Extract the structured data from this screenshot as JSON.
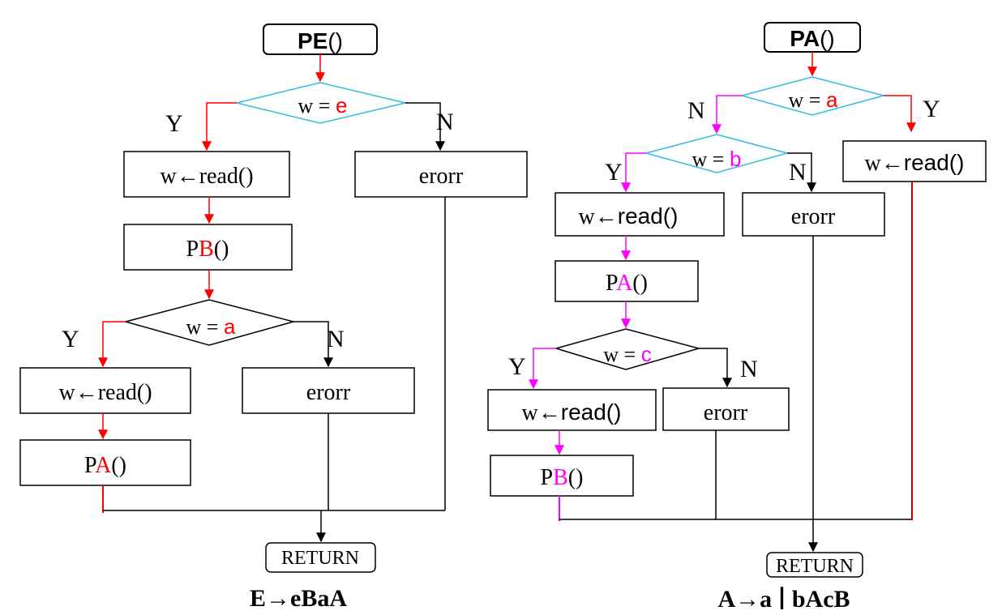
{
  "colors": {
    "line": "#000000",
    "red": "#ff0000",
    "magenta": "#ff00ff",
    "diamond": "#33bbdd"
  },
  "flow_PE": {
    "title": "PE",
    "title_parens": "()",
    "cond1": {
      "prefix": "w = ",
      "symbol": "e"
    },
    "yes1": "Y",
    "no1": "N",
    "read1": "w←read()",
    "call1": {
      "prefix": "P",
      "symbol": "B",
      "suffix": "()"
    },
    "cond2": {
      "prefix": "w = ",
      "symbol": "a"
    },
    "yes2": "Y",
    "no2": "N",
    "read2": "w←read()",
    "call2": {
      "prefix": "P",
      "symbol": "A",
      "suffix": "()"
    },
    "error1": "erorr",
    "error2": "erorr",
    "return": "RETURN",
    "production": "E→eBaA"
  },
  "flow_PA": {
    "title": "PA",
    "title_parens": "()",
    "cond1": {
      "prefix": "w = ",
      "symbol": "a"
    },
    "yes1": "Y",
    "no1": "N",
    "read_a": {
      "prefix": "w←",
      "rest": "read()"
    },
    "cond2": {
      "prefix": "w = ",
      "symbol": "b"
    },
    "yes2": "Y",
    "no2": "N",
    "read_b": {
      "prefix": "w←",
      "rest": "read()"
    },
    "call_a": {
      "prefix": "P",
      "symbol": "A",
      "suffix": "()"
    },
    "cond3": {
      "prefix": "w = ",
      "symbol": "c"
    },
    "yes3": "Y",
    "no3": "N",
    "read_c": {
      "prefix": "w←",
      "rest": "read()"
    },
    "call_b": {
      "prefix": "P",
      "symbol": "B",
      "suffix": "()"
    },
    "error1": "erorr",
    "error2": "erorr",
    "return": "RETURN",
    "production": "A→a ∣ bAcB"
  }
}
